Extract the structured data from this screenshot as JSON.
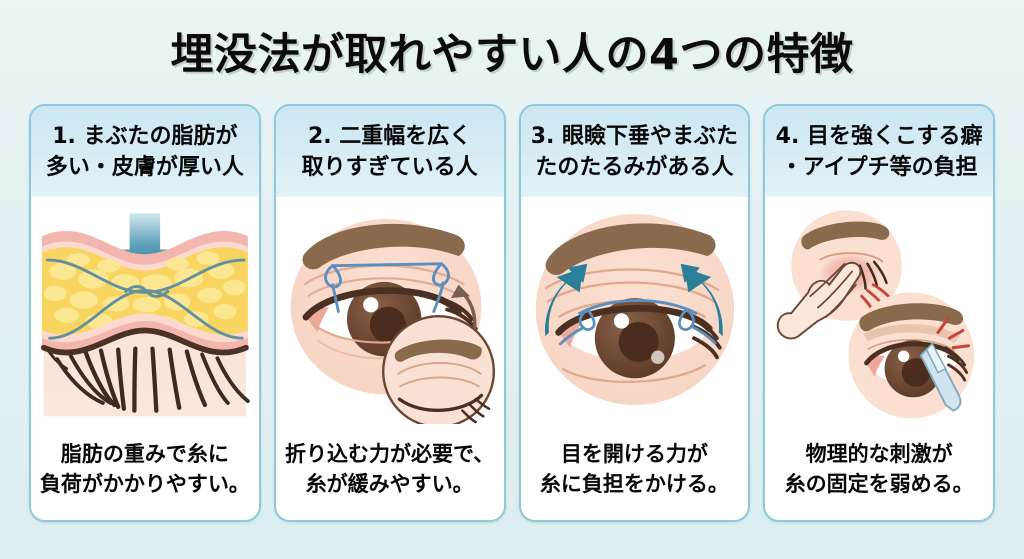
{
  "page": {
    "title": "埋没法が取れやすい人の4つの特徴",
    "background_color": "#e4f1f1",
    "accent_color": "#8ec8dd",
    "header_band_color": "#cbe7f3",
    "arrow_color": "#2b7f99",
    "thread_color": "#4a7fa8"
  },
  "cards": [
    {
      "header_line1": "1. まぶたの脂肪が",
      "header_line2": "多い・皮膚が厚い人",
      "figure_name": "eyelid-cross-section-fat-illustration",
      "figure_elements": [
        "down-arrow-icon",
        "fat-layer",
        "skin-layer",
        "suture-thread",
        "eyelashes"
      ],
      "caption_line1": "脂肪の重みで糸に",
      "caption_line2": "負荷がかかりやすい。"
    },
    {
      "header_line1": "2. 二重幅を広く",
      "header_line2": "取りすぎている人",
      "figure_name": "wide-double-eyelid-illustration",
      "figure_elements": [
        "open-eye",
        "eyebrow",
        "suture-thread-wide",
        "curved-arrow-icon",
        "closed-eye-inset"
      ],
      "caption_line1": "折り込む力が必要で、",
      "caption_line2": "糸が緩みやすい。"
    },
    {
      "header_line1": "3. 眼瞼下垂やまぶた",
      "header_line2": "たのたるみがある人",
      "figure_name": "ptosis-sagging-eyelid-illustration",
      "figure_elements": [
        "open-eye",
        "eyebrow",
        "sagging-lines",
        "suture-thread",
        "up-arrow-left-icon",
        "up-arrow-right-icon"
      ],
      "caption_line1": "目を開ける力が",
      "caption_line2": "糸に負担をかける。"
    },
    {
      "header_line1": "4. 目を強くこする癖",
      "header_line2": "・アイプチ等の負担",
      "figure_name": "eye-rubbing-and-eyelid-tool-illustration",
      "figure_elements": [
        "hand-rubbing-eye",
        "irritation-redness",
        "eyelid-pusher-tool",
        "irritation-marks"
      ],
      "caption_line1": "物理的な刺激が",
      "caption_line2": "糸の固定を弱める。"
    }
  ]
}
